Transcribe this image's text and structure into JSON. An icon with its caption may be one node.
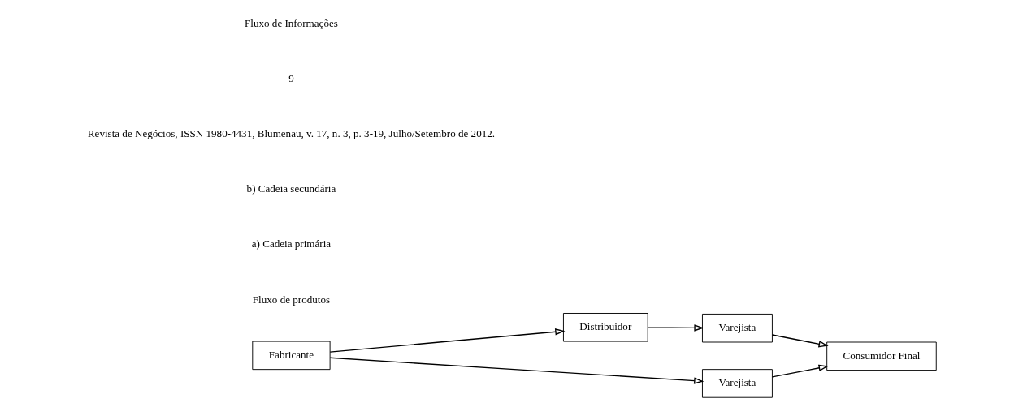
{
  "diagram": {
    "nodes": [
      {
        "text": [
          "Fabricante"
        ]
      },
      {
        "text": [
          "Distribuidor"
        ]
      },
      {
        "text": [
          "Varejista"
        ]
      },
      {
        "text": [
          "Consumidor Final"
        ]
      },
      {
        "text": [
          "Varejista"
        ]
      }
    ],
    "edges": [
      {
        "from": 0,
        "to": 1,
        "arrow": "to"
      },
      {
        "from": 1,
        "to": 2,
        "arrow": "to"
      },
      {
        "from": 2,
        "to": 3,
        "arrow": "to"
      },
      {
        "from": 0,
        "to": 4,
        "arrow": "to"
      },
      {
        "from": 4,
        "to": 3,
        "arrow": "to"
      }
    ],
    "labels": [
      "Fluxo de produtos",
      "a) Cadeia primária",
      "b) Cadeia secundária",
      "Revista de Negócios, ISSN 1980-4431, Blumenau, v. 17, n. 3, p. 3-19, Julho/Setembro de 2012.",
      "9",
      "Fluxo de Informações"
    ]
  }
}
